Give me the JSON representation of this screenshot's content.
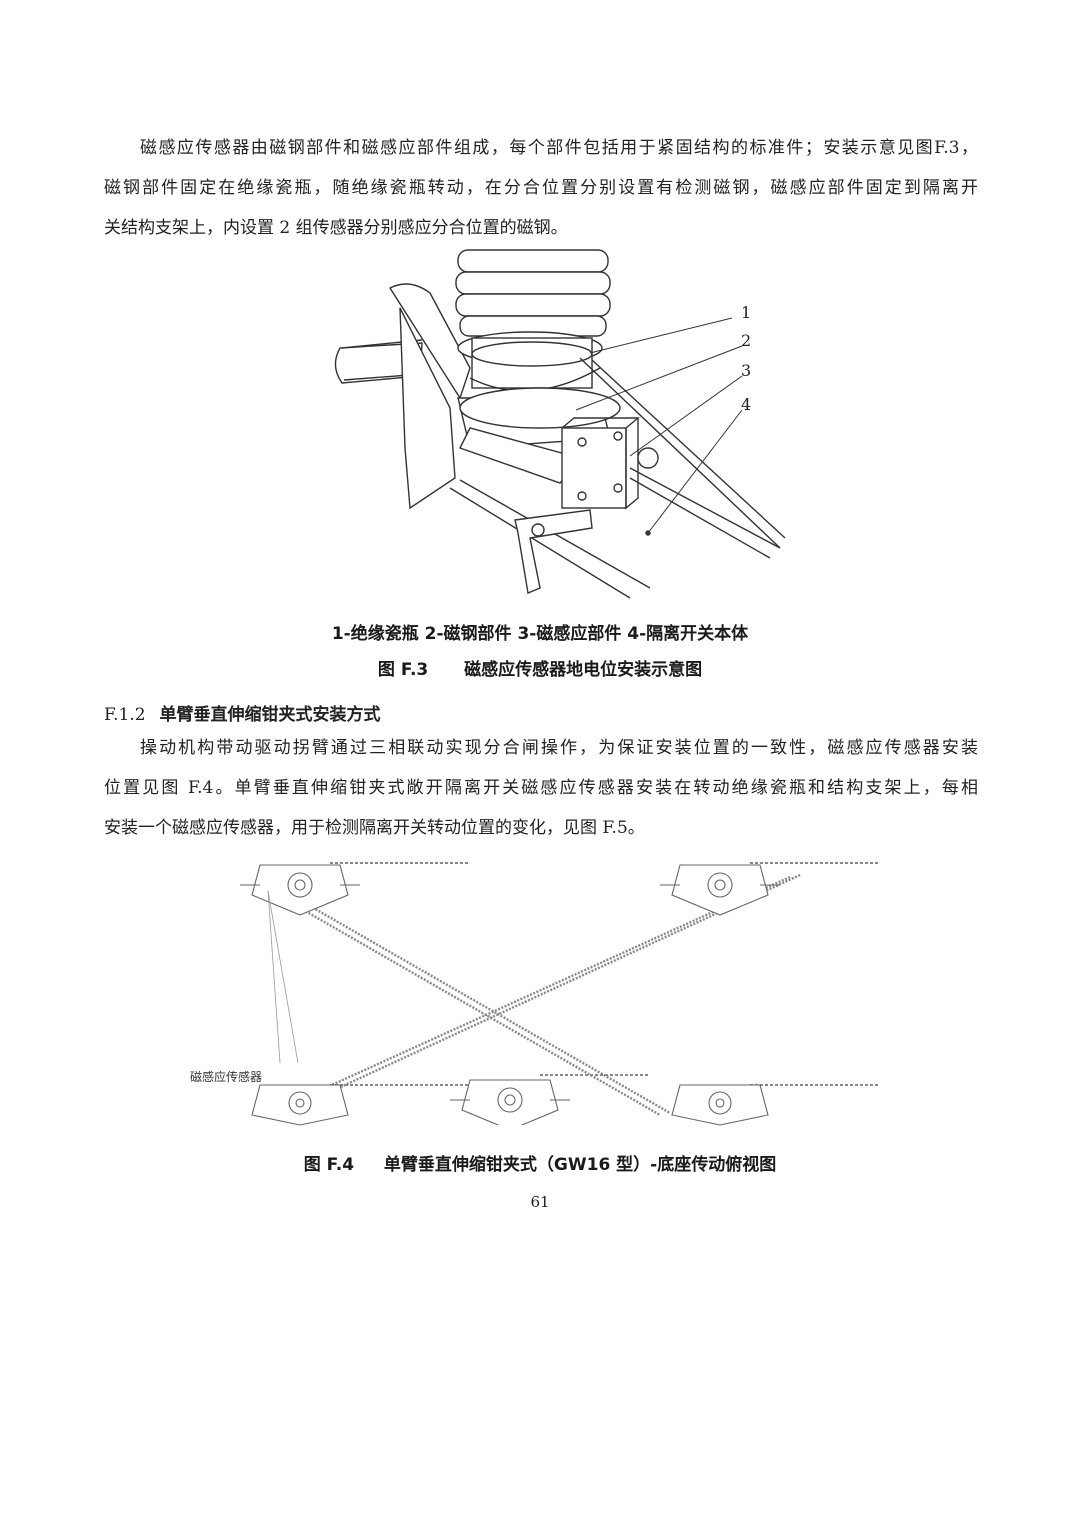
{
  "para1": {
    "lines": [
      "磁感应传感器由磁钢部件和磁感应部件组成，每个部件包括用于紧固结构的标准件；安装示意见图F.3，",
      "磁钢部件固定在绝缘瓷瓶，随绝缘瓷瓶转动，在分合位置分别设置有检测磁钢，磁感应部件固定到隔离开",
      "关结构支架上，内设置 2 组传感器分别感应分合位置的磁钢。"
    ]
  },
  "fig3": {
    "callouts": [
      "1",
      "2",
      "3",
      "4"
    ],
    "legend": "1-绝缘瓷瓶  2-磁钢部件  3-磁感应部件  4-隔离开关本体",
    "caption_num": "图 F.3",
    "caption_text": "磁感应传感器地电位安装示意图"
  },
  "section": {
    "number": "F.1.2",
    "title": "单臂垂直伸缩钳夹式安装方式"
  },
  "para2": {
    "lines": [
      "操动机构带动驱动拐臂通过三相联动实现分合闸操作，为保证安装位置的一致性，磁感应传感器安装",
      "位置见图 F.4。单臂垂直伸缩钳夹式敞开隔离开关磁感应传感器安装在转动绝缘瓷瓶和结构支架上，每相",
      "安装一个磁感应传感器，用于检测隔离开关转动位置的变化，见图 F.5。"
    ]
  },
  "fig4": {
    "sensor_label": "磁感应传感器",
    "caption_num": "图 F.4",
    "caption_text": "单臂垂直伸缩钳夹式（GW16 型）-底座传动俯视图"
  },
  "page_number": "61"
}
